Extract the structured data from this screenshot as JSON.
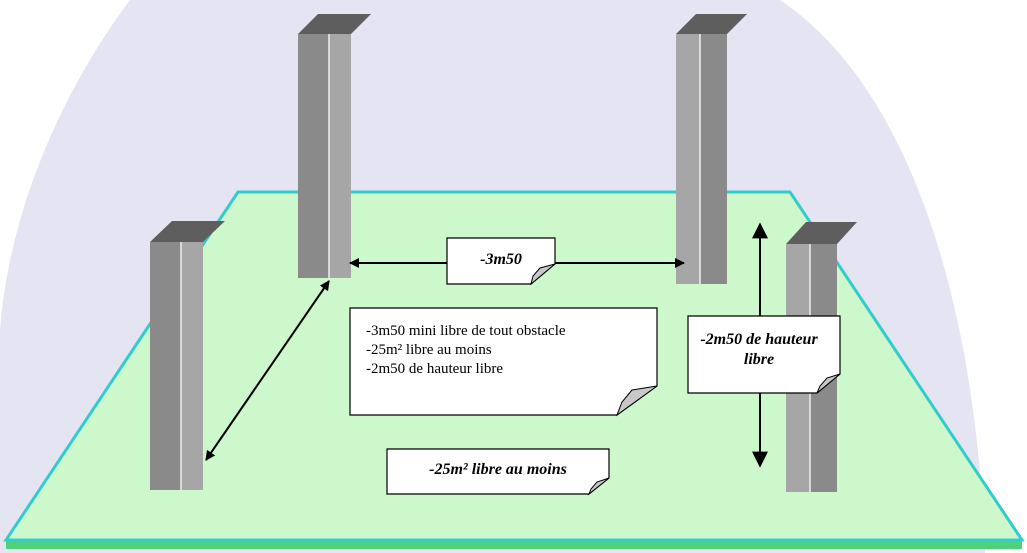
{
  "labels": {
    "distance": "-3m50",
    "height": "-2m50 de hauteur libre",
    "area": "-25m² libre au moins"
  },
  "requirements": [
    "-3m50 mini libre de tout obstacle",
    "-25m² libre au moins",
    "-2m50 de hauteur libre"
  ],
  "colors": {
    "floor_fill": "#ccf8cc",
    "floor_edge": "#33cccc",
    "floor_front": "#4fd07a",
    "backdrop": "#e4e4f3",
    "pillar_front": "#8a8a8a",
    "pillar_side": "#a6a6a6",
    "pillar_top": "#5e5e5e"
  }
}
